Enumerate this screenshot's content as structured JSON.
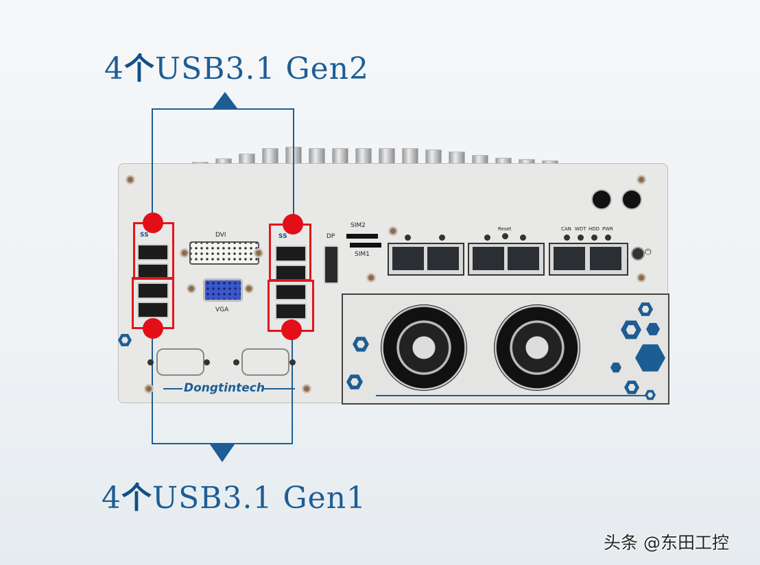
{
  "annotations": {
    "top_label": {
      "count": "4",
      "measure_word": "个",
      "text": "USB3.1 Gen2"
    },
    "bottom_label": {
      "count": "4",
      "measure_word": "个",
      "text": "USB3.1 Gen1"
    }
  },
  "device": {
    "brand": "Dongtintech",
    "port_labels": {
      "dvi": "DVI",
      "vga": "VGA",
      "dp": "DP",
      "sim2": "SIM2",
      "sim1": "SIM1",
      "reset": "Reset",
      "led_can": "CAN",
      "led_wdt": "WDT",
      "led_hdd": "HDD",
      "led_pwr": "PWR",
      "usb_logo": "SS"
    },
    "lan_ports": 6,
    "usb_gen2_ports": 4,
    "usb_gen1_ports": 4,
    "fans": 2
  },
  "colors": {
    "accent_blue": "#1d5d94",
    "highlight_red": "#e0161b",
    "background": "#eef2f5"
  },
  "watermark": "头条 @东田工控"
}
